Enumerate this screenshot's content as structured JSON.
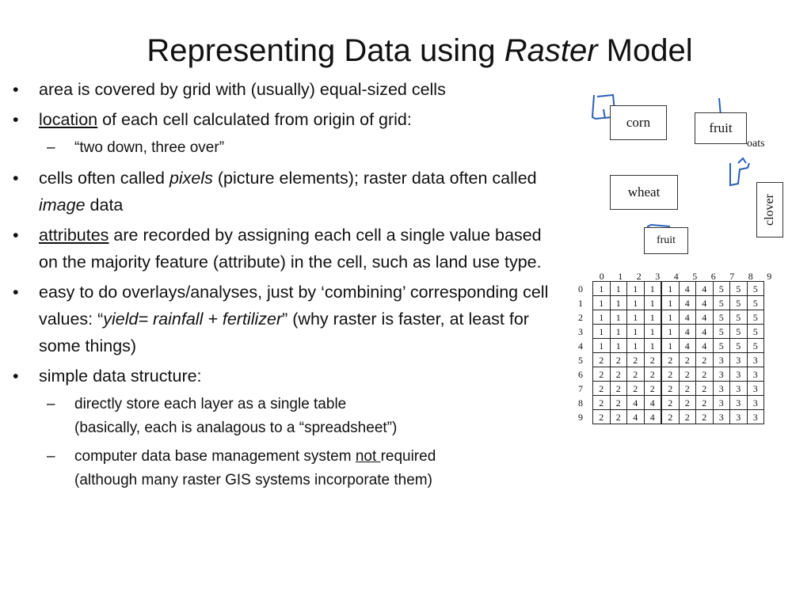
{
  "slide": {
    "title_before": "Representing Data using ",
    "title_em": "Raster",
    "title_after": " Model",
    "bullets": {
      "b1": "area is covered by grid with (usually) equal-sized cells",
      "b2_u": "location",
      "b2_rest": " of each cell calculated from origin of grid:",
      "b2_sub": "“two down, three over”",
      "b3_a": "cells often called ",
      "b3_i1": "pixels",
      "b3_b": " (picture elements); raster data often called ",
      "b3_i2": "image",
      "b3_c": " data",
      "b4_u": "attributes",
      "b4_rest": " are recorded by assigning each cell a single value based on the majority feature (attribute) in the cell, such as land use type.",
      "b5_a": "easy to do overlays/analyses, just by ‘combining’ corresponding cell values: “",
      "b5_i": "yield= rainfall + fertilizer",
      "b5_b": "” (why raster is faster, at least for some things)",
      "b6": "simple data structure:",
      "b6_sub1_l1": "directly store each layer as a single table",
      "b6_sub1_l2": "(basically, each is analagous to a  “spreadsheet”)",
      "b6_sub2_a": "computer data base management system ",
      "b6_sub2_u": "not ",
      "b6_sub2_b": "required",
      "b6_sub2_l2": "(although many raster GIS systems incorporate them)"
    }
  },
  "figure": {
    "labels": {
      "corn": "corn",
      "fruit_top": "fruit",
      "oats": "oats",
      "wheat": "wheat",
      "clover": "clover",
      "fruit_bottom": "fruit"
    },
    "col_headers": [
      "0",
      "1",
      "2",
      "3",
      "4",
      "5",
      "6",
      "7",
      "8",
      "9"
    ],
    "row_headers": [
      "0",
      "1",
      "2",
      "3",
      "4",
      "5",
      "6",
      "7",
      "8",
      "9"
    ],
    "grid": [
      [
        "1",
        "1",
        "1",
        "1",
        "1",
        "4",
        "4",
        "5",
        "5",
        "5"
      ],
      [
        "1",
        "1",
        "1",
        "1",
        "1",
        "4",
        "4",
        "5",
        "5",
        "5"
      ],
      [
        "1",
        "1",
        "1",
        "1",
        "1",
        "4",
        "4",
        "5",
        "5",
        "5"
      ],
      [
        "1",
        "1",
        "1",
        "1",
        "1",
        "4",
        "4",
        "5",
        "5",
        "5"
      ],
      [
        "1",
        "1",
        "1",
        "1",
        "1",
        "4",
        "4",
        "5",
        "5",
        "5"
      ],
      [
        "2",
        "2",
        "2",
        "2",
        "2",
        "2",
        "2",
        "3",
        "3",
        "3"
      ],
      [
        "2",
        "2",
        "2",
        "2",
        "2",
        "2",
        "2",
        "3",
        "3",
        "3"
      ],
      [
        "2",
        "2",
        "2",
        "2",
        "2",
        "2",
        "2",
        "3",
        "3",
        "3"
      ],
      [
        "2",
        "2",
        "4",
        "4",
        "2",
        "2",
        "2",
        "3",
        "3",
        "3"
      ],
      [
        "2",
        "2",
        "4",
        "4",
        "2",
        "2",
        "2",
        "3",
        "3",
        "3"
      ]
    ],
    "sketch_color": "#2b5fb8"
  }
}
